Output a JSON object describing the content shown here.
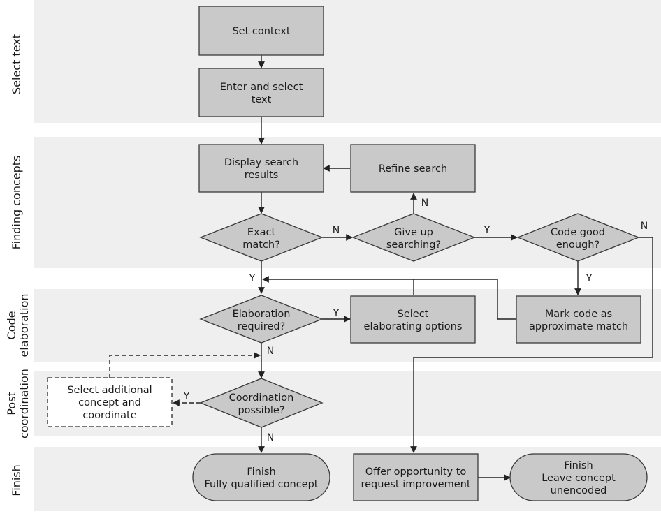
{
  "lanes": {
    "select_text": [
      "Select text"
    ],
    "finding_concepts": [
      "Finding concepts"
    ],
    "code_elaboration": [
      "Code",
      "elaboration"
    ],
    "post_coordination": [
      "Post",
      "coordination"
    ],
    "finish": [
      "Finish"
    ]
  },
  "nodes": {
    "set_context": [
      "Set context"
    ],
    "enter_select_text": [
      "Enter and select",
      "text"
    ],
    "display_results": [
      "Display search",
      "results"
    ],
    "refine_search": [
      "Refine search"
    ],
    "exact_match": [
      "Exact",
      "match?"
    ],
    "give_up": [
      "Give up",
      "searching?"
    ],
    "code_good": [
      "Code good",
      "enough?"
    ],
    "elaboration_required": [
      "Elaboration",
      "required?"
    ],
    "select_elaborating": [
      "Select",
      "elaborating options"
    ],
    "mark_approximate": [
      "Mark code as",
      "approximate match"
    ],
    "coordination_possible": [
      "Coordination",
      "possible?"
    ],
    "select_additional": [
      "Select additional",
      "concept and",
      "coordinate"
    ],
    "finish_qualified": [
      "Finish",
      "Fully qualified concept"
    ],
    "offer_opportunity": [
      "Offer opportunity to",
      "request improvement"
    ],
    "finish_unencoded": [
      "Finish",
      "Leave concept",
      "unencoded"
    ]
  },
  "edge_labels": {
    "exact_no": "N",
    "giveup_no": "N",
    "giveup_yes": "Y",
    "codegood_no": "N",
    "exact_yes": "Y",
    "codegood_yes": "Y",
    "elab_yes": "Y",
    "elab_no": "N",
    "coord_yes": "Y",
    "coord_no": "N"
  },
  "colors": {
    "node_fill": "#c9c9c9",
    "lane_fill": "#efefef",
    "stroke": "#3a3a3a"
  }
}
